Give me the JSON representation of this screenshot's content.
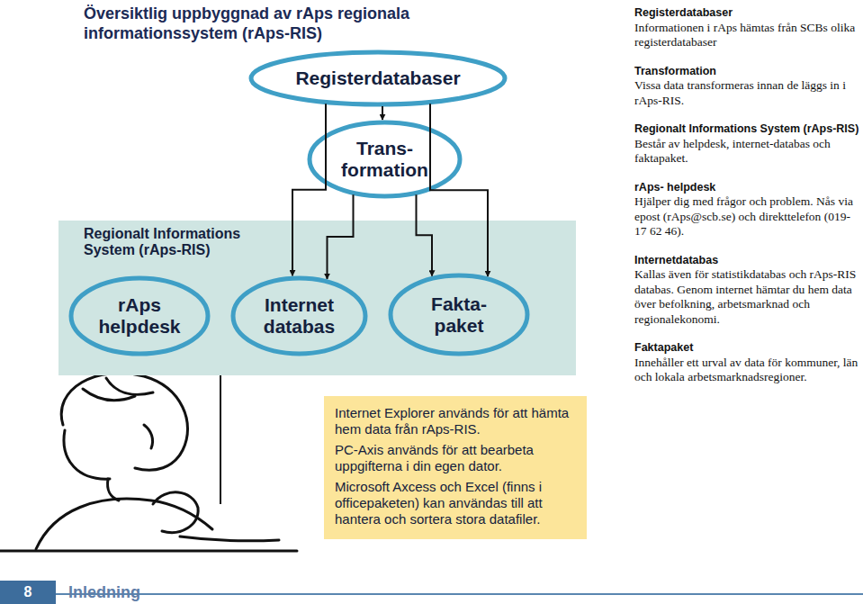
{
  "diagram": {
    "title": "Översiktlig uppbyggnad av rAps regionala informationssystem (rAps-RIS)",
    "nodes": [
      {
        "text": [
          "Registerdatabaser"
        ]
      },
      {
        "text": [
          "Trans- formation"
        ]
      },
      {
        "text": [
          "Regionalt Informations System (rAps-RIS)"
        ]
      },
      {
        "text": [
          "rAps helpdesk"
        ],
        "in": 2
      },
      {
        "text": [
          "Internet databas"
        ],
        "in": 2
      },
      {
        "text": [
          "Fakta- paket"
        ],
        "in": 2
      },
      {
        "text": [
          "Internet Explorer används för att hämta hem data från rAps-RIS.",
          "PC-Axis används för att bearbeta uppgifterna i din egen dator.",
          "Microsoft Axcess och Excel (finns i officepaketen) kan användas till att hantera och sortera stora datafiler."
        ]
      }
    ],
    "edges": [
      {
        "from": 0,
        "to": 1,
        "arrow": "to"
      },
      {
        "from": 0,
        "to": 4,
        "arrow": "to"
      },
      {
        "from": 0,
        "to": 5,
        "arrow": "to"
      },
      {
        "from": 1,
        "to": 4,
        "arrow": "to"
      },
      {
        "from": 1,
        "to": 5,
        "arrow": "to"
      }
    ],
    "labels": [
      "Registerdatabaser",
      "Informationen i rAps hämtas från SCBs olika registerdatabaser",
      "Transformation",
      "Vissa data transformeras innan de läggs in i rAps-RIS.",
      "Regionalt Informations System (rAps-RIS)",
      "Består av helpdesk, internet-databas och faktapaket.",
      "rAps- helpdesk",
      "Hjälper dig med frågor och problem. Nås via epost (rAps@scb.se) och direkttelefon (019-17 62 46).",
      "Internetdatabas",
      "Kallas även för statistikdatabas och rAps-RIS databas. Genom internet hämtar du hem data över befolkning, arbetsmarknad och regionalekonomi.",
      "Faktapaket",
      "Innehåller ett urval av data för kommuner, län och lokala arbetsmarknadsregioner.",
      "8",
      "Inledning"
    ]
  }
}
